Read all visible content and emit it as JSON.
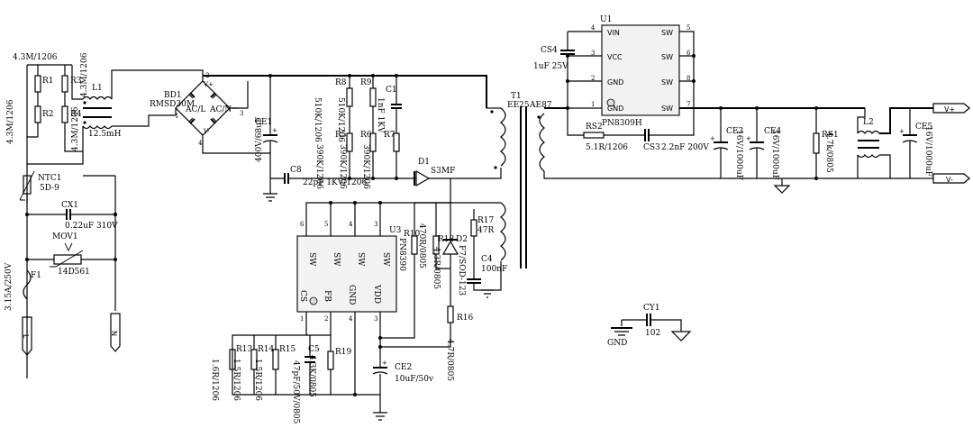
{
  "labels": {
    "r_top": "4.3M/1206",
    "r1": "R1",
    "r2": "R2",
    "r3": "R3",
    "r4": "R4",
    "r3v": "4.3M/1206",
    "r4v": "4.3M/1206",
    "r2v": "4.3M/1206",
    "l1": "L1",
    "l1v": "12.5mH",
    "bd1": "BD1",
    "bd1v": "RMSD30M",
    "acl": "AC/L",
    "acn": "AC/N",
    "vp": "V+",
    "vm": "V-",
    "ce1": "CE1",
    "ce1v": "400V/68uF",
    "c8": "C8",
    "c8v": "22pF 1KV/1206",
    "r8": "R8",
    "r9": "R9",
    "r5": "R5",
    "r6": "R6",
    "r7": "R7",
    "r8v": "510K/1206",
    "r9v": "510K/1206",
    "r5v": "390K/1206",
    "r6v": "390K/1206",
    "r7v": "390K/1206",
    "c1": "C1",
    "c1v": "1nF 1KV",
    "d1": "D1",
    "d1v": "S3MF",
    "t1": "T1",
    "t1v": "EE25",
    "t1b": "AE87",
    "ntc1": "NTC1",
    "ntc1v": "5D-9",
    "cx1": "CX1",
    "cx1v": "0.22uF 310V",
    "mov1": "MOV1",
    "mov1v": "14D561",
    "f1": "F1",
    "f1v": "3.15A/250V",
    "conn_l": "L",
    "conn_n": "N",
    "u3": "U3",
    "u3v": "PN8390",
    "u3_sw": "SW",
    "u3_cs": "CS",
    "u3_fb": "FB",
    "u3_gnd": "GND",
    "u3_vdd": "VDD",
    "u3p6": "6",
    "u3p5": "5",
    "u3p4": "4",
    "u3p3": "3",
    "u3p1": "1",
    "u3p2": "2",
    "u3p7": "4",
    "u3p8": "3",
    "r10": "R10",
    "r10v": "470R/0805",
    "r18": "R18",
    "r18v": "4.3R/0805",
    "d2": "D2",
    "d2v": "F7/SOD-123",
    "r17": "R17",
    "r17v": "47R",
    "c4": "C4",
    "c4v": "100nF",
    "r16": "R16",
    "r16v": "4.7R/0805",
    "r13": "R13",
    "r14": "R14",
    "r15": "R15",
    "r13v": "1.6R/1206",
    "r14v": "1.5R/1206",
    "r15v": "1.5R/1206",
    "c5": "C5",
    "c5v": "47pF/50V/0805",
    "r19": "R19",
    "r19v": "4.3K/0805",
    "ce2": "CE2",
    "ce2v": "10uF/50v",
    "u1": "U1",
    "u1v": "PN8309H",
    "u1_vin": "VIN",
    "u1_vcc": "VCC",
    "u1_gnd": "GND",
    "u1_sw": "SW",
    "u1p4": "4",
    "u1p3": "3",
    "u1p2": "2",
    "u1p1": "1",
    "u1p5": "5",
    "u1p6": "6",
    "u1p8": "8",
    "u1p7": "7",
    "cs4": "CS4",
    "cs4v": "1uF 25V",
    "rs2": "RS2",
    "rs2v": "5.1R/1206",
    "cs3": "CS3",
    "cs3v": "2.2nF 200V",
    "ce3": "CE3",
    "ce3v": "16V/1000uF",
    "ce4": "CE4",
    "ce4v": "16V/1000uF",
    "rs1": "RS1",
    "rs1v": "4.7k/0805",
    "l2": "L2",
    "ce5": "CE5",
    "ce5v": "16V/1000uF",
    "out_p": "V+",
    "out_n": "V-",
    "cy1": "CY1",
    "cy1v": "102",
    "gnd": "GND"
  }
}
